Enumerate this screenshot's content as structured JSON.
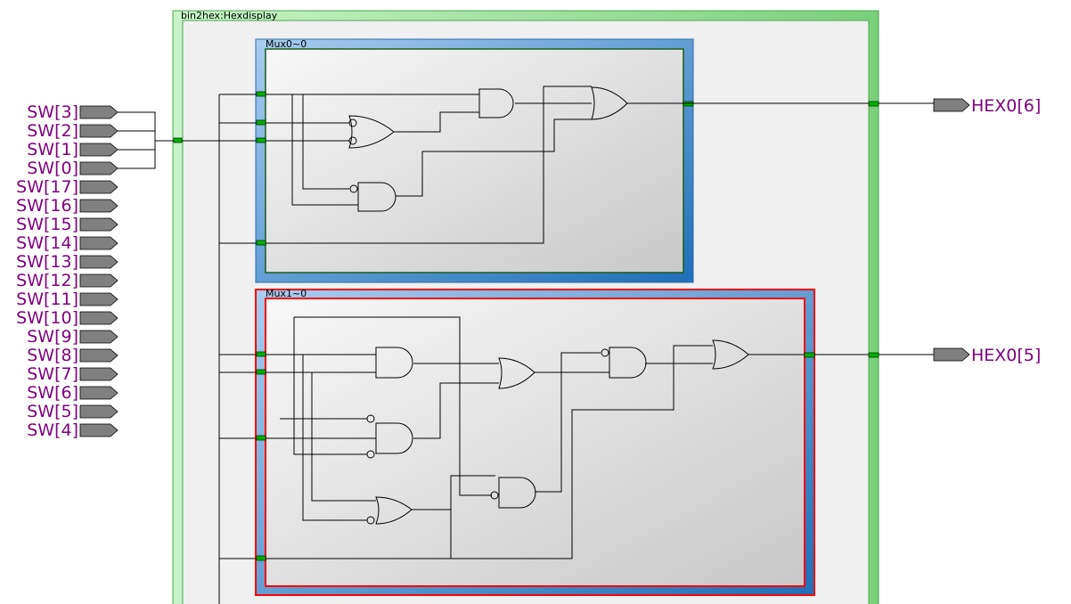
{
  "hierarchy": {
    "top_block": "bin2hex:Hexdisplay",
    "sub_blocks": [
      {
        "id": "mux0",
        "label": "Mux0~0"
      },
      {
        "id": "mux1",
        "label": "Mux1~0"
      }
    ]
  },
  "inputs": [
    "SW[3]",
    "SW[2]",
    "SW[1]",
    "SW[0]",
    "SW[17]",
    "SW[16]",
    "SW[15]",
    "SW[14]",
    "SW[13]",
    "SW[12]",
    "SW[11]",
    "SW[10]",
    "SW[9]",
    "SW[8]",
    "SW[7]",
    "SW[6]",
    "SW[5]",
    "SW[4]"
  ],
  "outputs": [
    "HEX0[6]",
    "HEX0[5]"
  ],
  "colors": {
    "outer_block_border": "#66cc66",
    "outer_block_fill": "#b8f0b8",
    "block_fill": "#f2f2f2",
    "mux0_border": "#3a7ec0",
    "mux0_highlight": "#1a5c1a",
    "mux1_border": "#3a7ec0",
    "mux1_highlight": "#ff0000",
    "pin_label": "#800080",
    "pin_fill": "#808080",
    "port": "#00b000"
  }
}
